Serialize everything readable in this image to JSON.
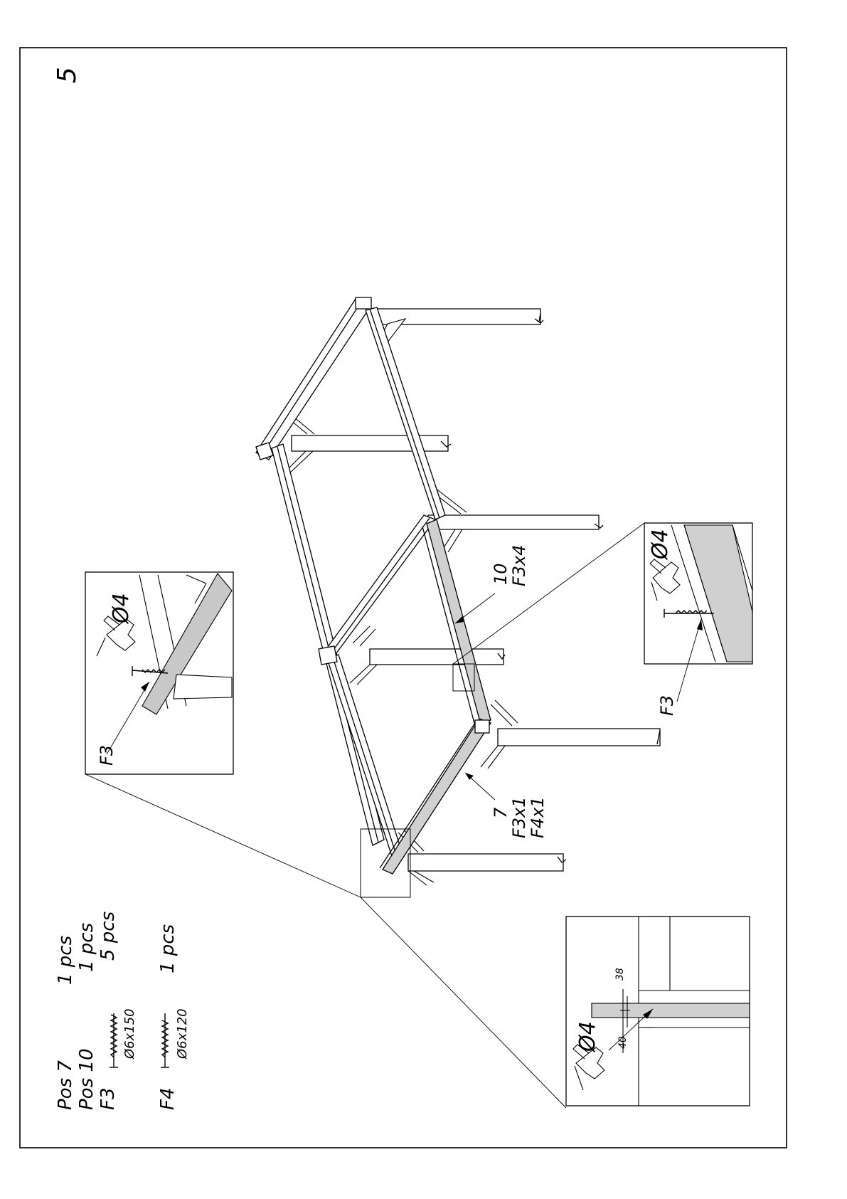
{
  "page": {
    "step_number": "5"
  },
  "parts_list": [
    {
      "code": "Pos 7",
      "qty": "1 pcs",
      "size": ""
    },
    {
      "code": "Pos 10",
      "qty": "1 pcs",
      "size": ""
    },
    {
      "code": "F3",
      "qty": "5 pcs",
      "size": "Ø6x150"
    },
    {
      "code": "F4",
      "qty": "1 pcs",
      "size": "Ø6x120"
    }
  ],
  "callouts": {
    "part10": {
      "pos": "10",
      "fasteners": [
        "F3x4"
      ]
    },
    "part7": {
      "pos": "7",
      "fasteners": [
        "F3x1",
        "F4x1"
      ]
    }
  },
  "details": {
    "left": {
      "drill": "Ø4",
      "screw": "F3"
    },
    "right": {
      "drill": "Ø4",
      "screw": "F3"
    },
    "bottom": {
      "drill": "Ø4",
      "dim_a": "38",
      "dim_b": "40"
    }
  }
}
